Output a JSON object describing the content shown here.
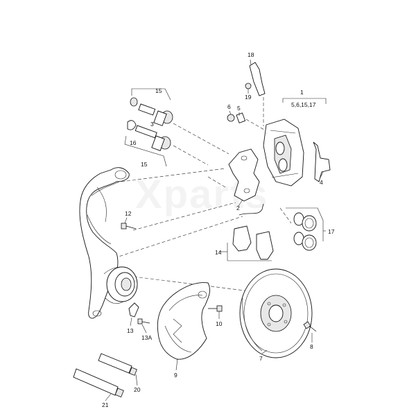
{
  "watermark": "Xparts",
  "callouts": {
    "p1": "1",
    "p1_sub": "5,6,15,17",
    "p2": "2",
    "p3": "3",
    "p4": "4",
    "p5": "5",
    "p6": "6",
    "p7": "7",
    "p8": "8",
    "p9": "9",
    "p10": "10",
    "p12": "12",
    "p13": "13",
    "p13a": "13A",
    "p14": "14",
    "p15_top": "15",
    "p15_bottom": "15",
    "p16": "16",
    "p17": "17",
    "p18": "18",
    "p19": "19",
    "p20": "20",
    "p21": "21"
  }
}
